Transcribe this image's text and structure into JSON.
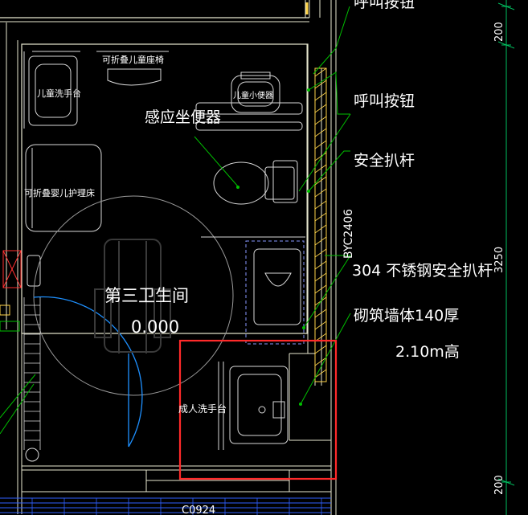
{
  "colors": {
    "background": "#000000",
    "wall": "#e8e8d0",
    "fixture": "#d8d8d8",
    "leader": "#00c000",
    "door_arc": "#1e90ff",
    "highlight": "#ff2a2a",
    "text": "#ffffff",
    "dim_line": "#00c060"
  },
  "labels": {
    "call_button_top": "呼叫按钮",
    "foldable_child_seat": "可折叠儿童座椅",
    "child_basin": "儿童洗手台",
    "child_urinal": "儿童小便器",
    "sensor_toilet": "感应坐便器",
    "call_button": "呼叫按钮",
    "safety_grab_bar": "安全扒杆",
    "baby_care_table": "可折叠婴儿护理床",
    "model_code": "BYC2406",
    "steel_grab_bar": "304 不锈钢安全扒杆",
    "masonry_wall": "砌筑墙体140厚",
    "wall_height": "2.10m高",
    "room_name": "第三卫生间",
    "elevation": "0.000",
    "adult_basin": "成人洗手台",
    "bottom_code": "C0924"
  },
  "dimensions": {
    "top": "200",
    "middle": "3250",
    "bottom": "200"
  }
}
